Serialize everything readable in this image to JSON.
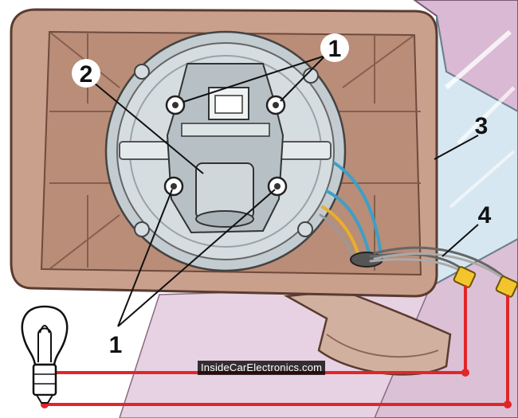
{
  "callouts": {
    "screws_top": "1",
    "motor": "2",
    "housing": "3",
    "wires": "4",
    "screws_bottom": "1"
  },
  "watermark": "InsideCarElectronics.com",
  "colors": {
    "housing_fill": "#c9a08c",
    "housing_border": "#5a3b30",
    "glass": "#d6e7f2",
    "body_panel": "#d9b9d3",
    "plate": "#d5dde0",
    "wire_red": "#e0262a",
    "wire_blue": "#3e9fc6",
    "wire_yellow": "#e4b02e",
    "connector": "#f2c52e"
  },
  "icons": [
    "bulb-icon",
    "connector-icon",
    "screw-icon",
    "motor-icon"
  ]
}
